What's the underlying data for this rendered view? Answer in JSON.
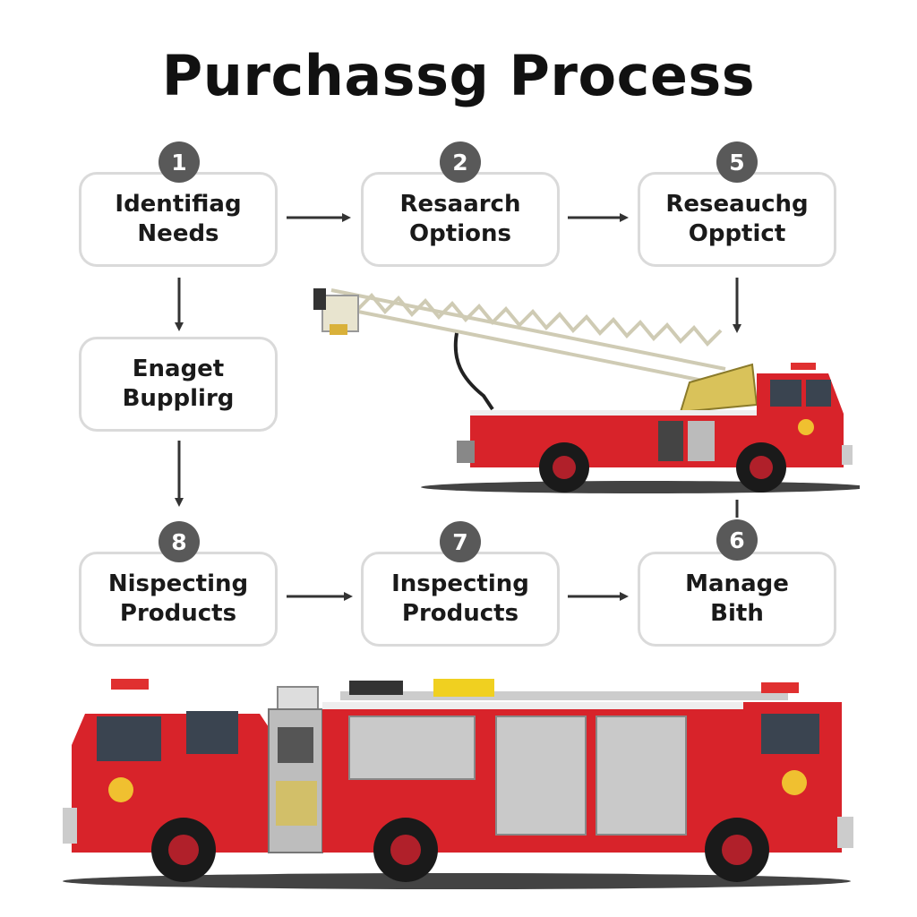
{
  "title": "Purchassg Process",
  "steps": [
    {
      "number": "1",
      "label": "Identifiag\nNeeds"
    },
    {
      "number": "2",
      "label": "Resaarch\nOptions"
    },
    {
      "number": "5",
      "label": "Reseauchg\nOpptict"
    },
    {
      "number": "",
      "label": "Enaget\nBupplirg"
    },
    {
      "number": "8",
      "label": "Nispecting\nProducts"
    },
    {
      "number": "7",
      "label": "Inspecting\nProducts"
    },
    {
      "number": "6",
      "label": "Manage\nBith"
    }
  ],
  "colors": {
    "truck_red": "#d8232a",
    "badge": "#595959",
    "card_border": "#dadada",
    "arrow": "#333333"
  },
  "icons": {
    "ladder_truck": "fire-ladder-truck-icon",
    "pumper_truck": "fire-pumper-truck-icon"
  }
}
